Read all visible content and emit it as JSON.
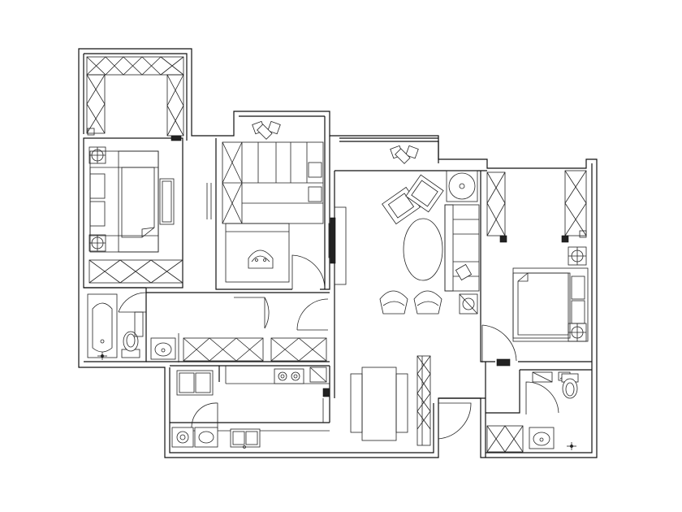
{
  "plan": {
    "background": "#ffffff",
    "line_color": "#111111",
    "rooms": [
      "balcony-northwest",
      "bedroom-west",
      "study",
      "balcony-north",
      "living-dining",
      "bedroom-east",
      "bathroom-west",
      "kitchen",
      "bathroom-east",
      "corridor"
    ],
    "icons": [
      "bed-icon",
      "bathtub-icon",
      "toilet-icon",
      "sink-icon",
      "stove-icon",
      "sofa-icon",
      "dining-table-icon",
      "armchair-icon",
      "tv-icon",
      "plant-icon",
      "washing-machine-icon",
      "door-swing-icon"
    ]
  }
}
